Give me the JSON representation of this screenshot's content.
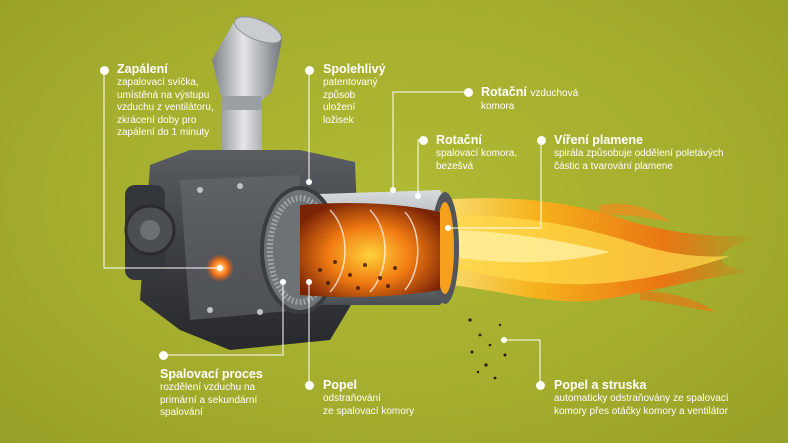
{
  "callouts": {
    "zapaleni": {
      "title": "Zapálení",
      "lines": [
        "zapalovací svíčka,",
        "umístěná na výstupu",
        "vzduchu z ventilátoru,",
        "zkrácení doby pro",
        "zapálení do 1 minuty"
      ]
    },
    "spolehlivy": {
      "title": "Spolehlivý",
      "lines": [
        "patentovaný",
        "způsob",
        "uložení",
        "ložisek"
      ]
    },
    "rotacni_vzduchova": {
      "title": "Rotační",
      "title_suffix": "vzduchová",
      "lines": [
        "komora"
      ]
    },
    "rotacni_spalovaci": {
      "title": "Rotační",
      "lines": [
        "spalovací komora,",
        "bezešvá"
      ]
    },
    "vireni": {
      "title": "Víření plamene",
      "lines": [
        "spirála způsobuje oddělení poletávých",
        "částic a tvarování plamene"
      ]
    },
    "spalovaci_proces": {
      "title": "Spalovací proces",
      "lines": [
        "rozdělení vzduchu na",
        "primární a sekundární",
        "spalování"
      ]
    },
    "popel": {
      "title": "Popel",
      "lines": [
        "odstraňování",
        "ze spalovací komory"
      ]
    },
    "popel_struska": {
      "title": "Popel a struska",
      "lines": [
        "automaticky odstraňovány ze spalovací",
        "komory přes otáčky komory a ventilátor"
      ]
    }
  }
}
